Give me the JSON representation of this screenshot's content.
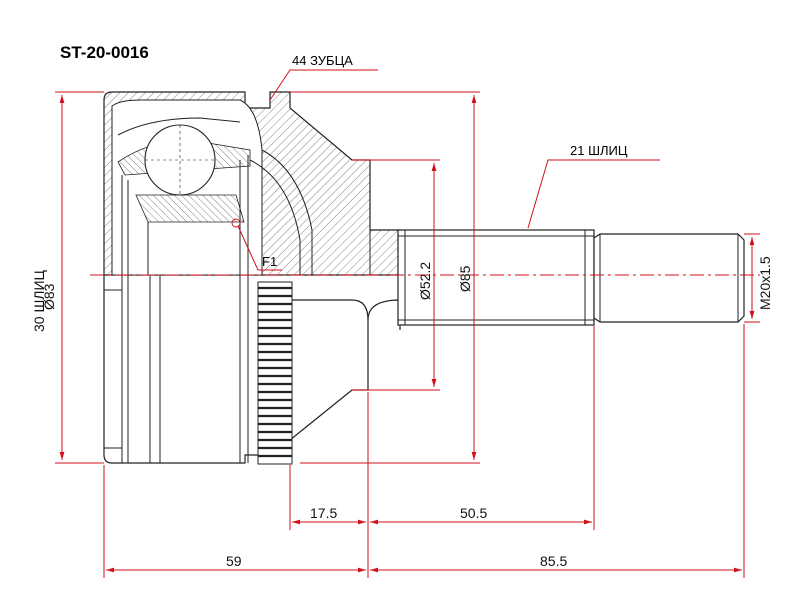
{
  "part_number": "ST-20-0016",
  "callouts": {
    "teeth": "44 ЗУБЦА",
    "outer_splines": "21 ШЛИЦ",
    "inner_splines": "30 ШЛИЦ",
    "feature": "F1"
  },
  "dimensions": {
    "d83": "Ø83",
    "d52": "Ø52.2",
    "d85": "Ø85",
    "thread": "M20x1.5",
    "l17": "17.5",
    "l50": "50.5",
    "l59": "59",
    "l85": "85.5"
  },
  "colors": {
    "dimension": "#d0101a",
    "outline": "#222222"
  }
}
